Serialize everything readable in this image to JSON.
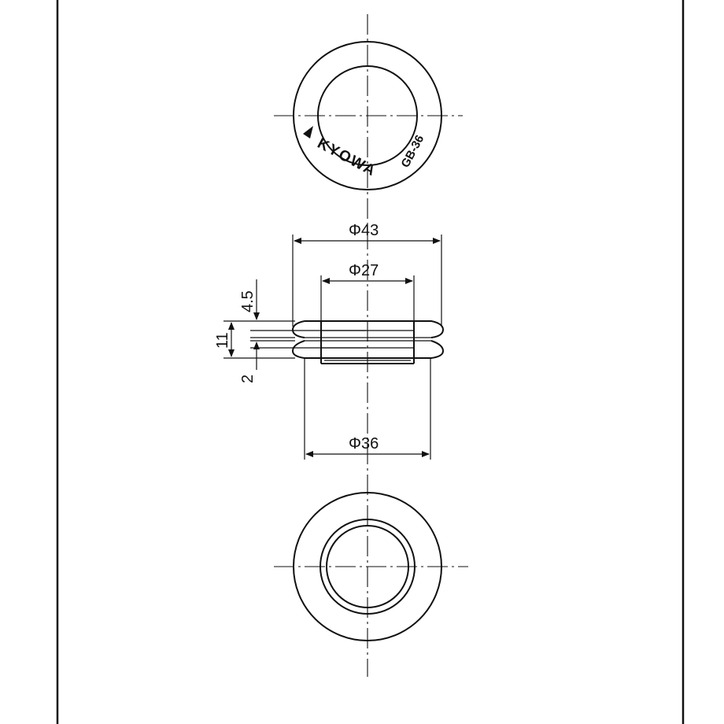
{
  "labels": {
    "brand": "KYOWA",
    "model": "GB-36"
  },
  "dimensions": {
    "outer_flange": "Φ43",
    "inner_bore": "Φ27",
    "mounting": "Φ36",
    "flange_height": "4.5",
    "total_height": "11",
    "groove": "2"
  }
}
